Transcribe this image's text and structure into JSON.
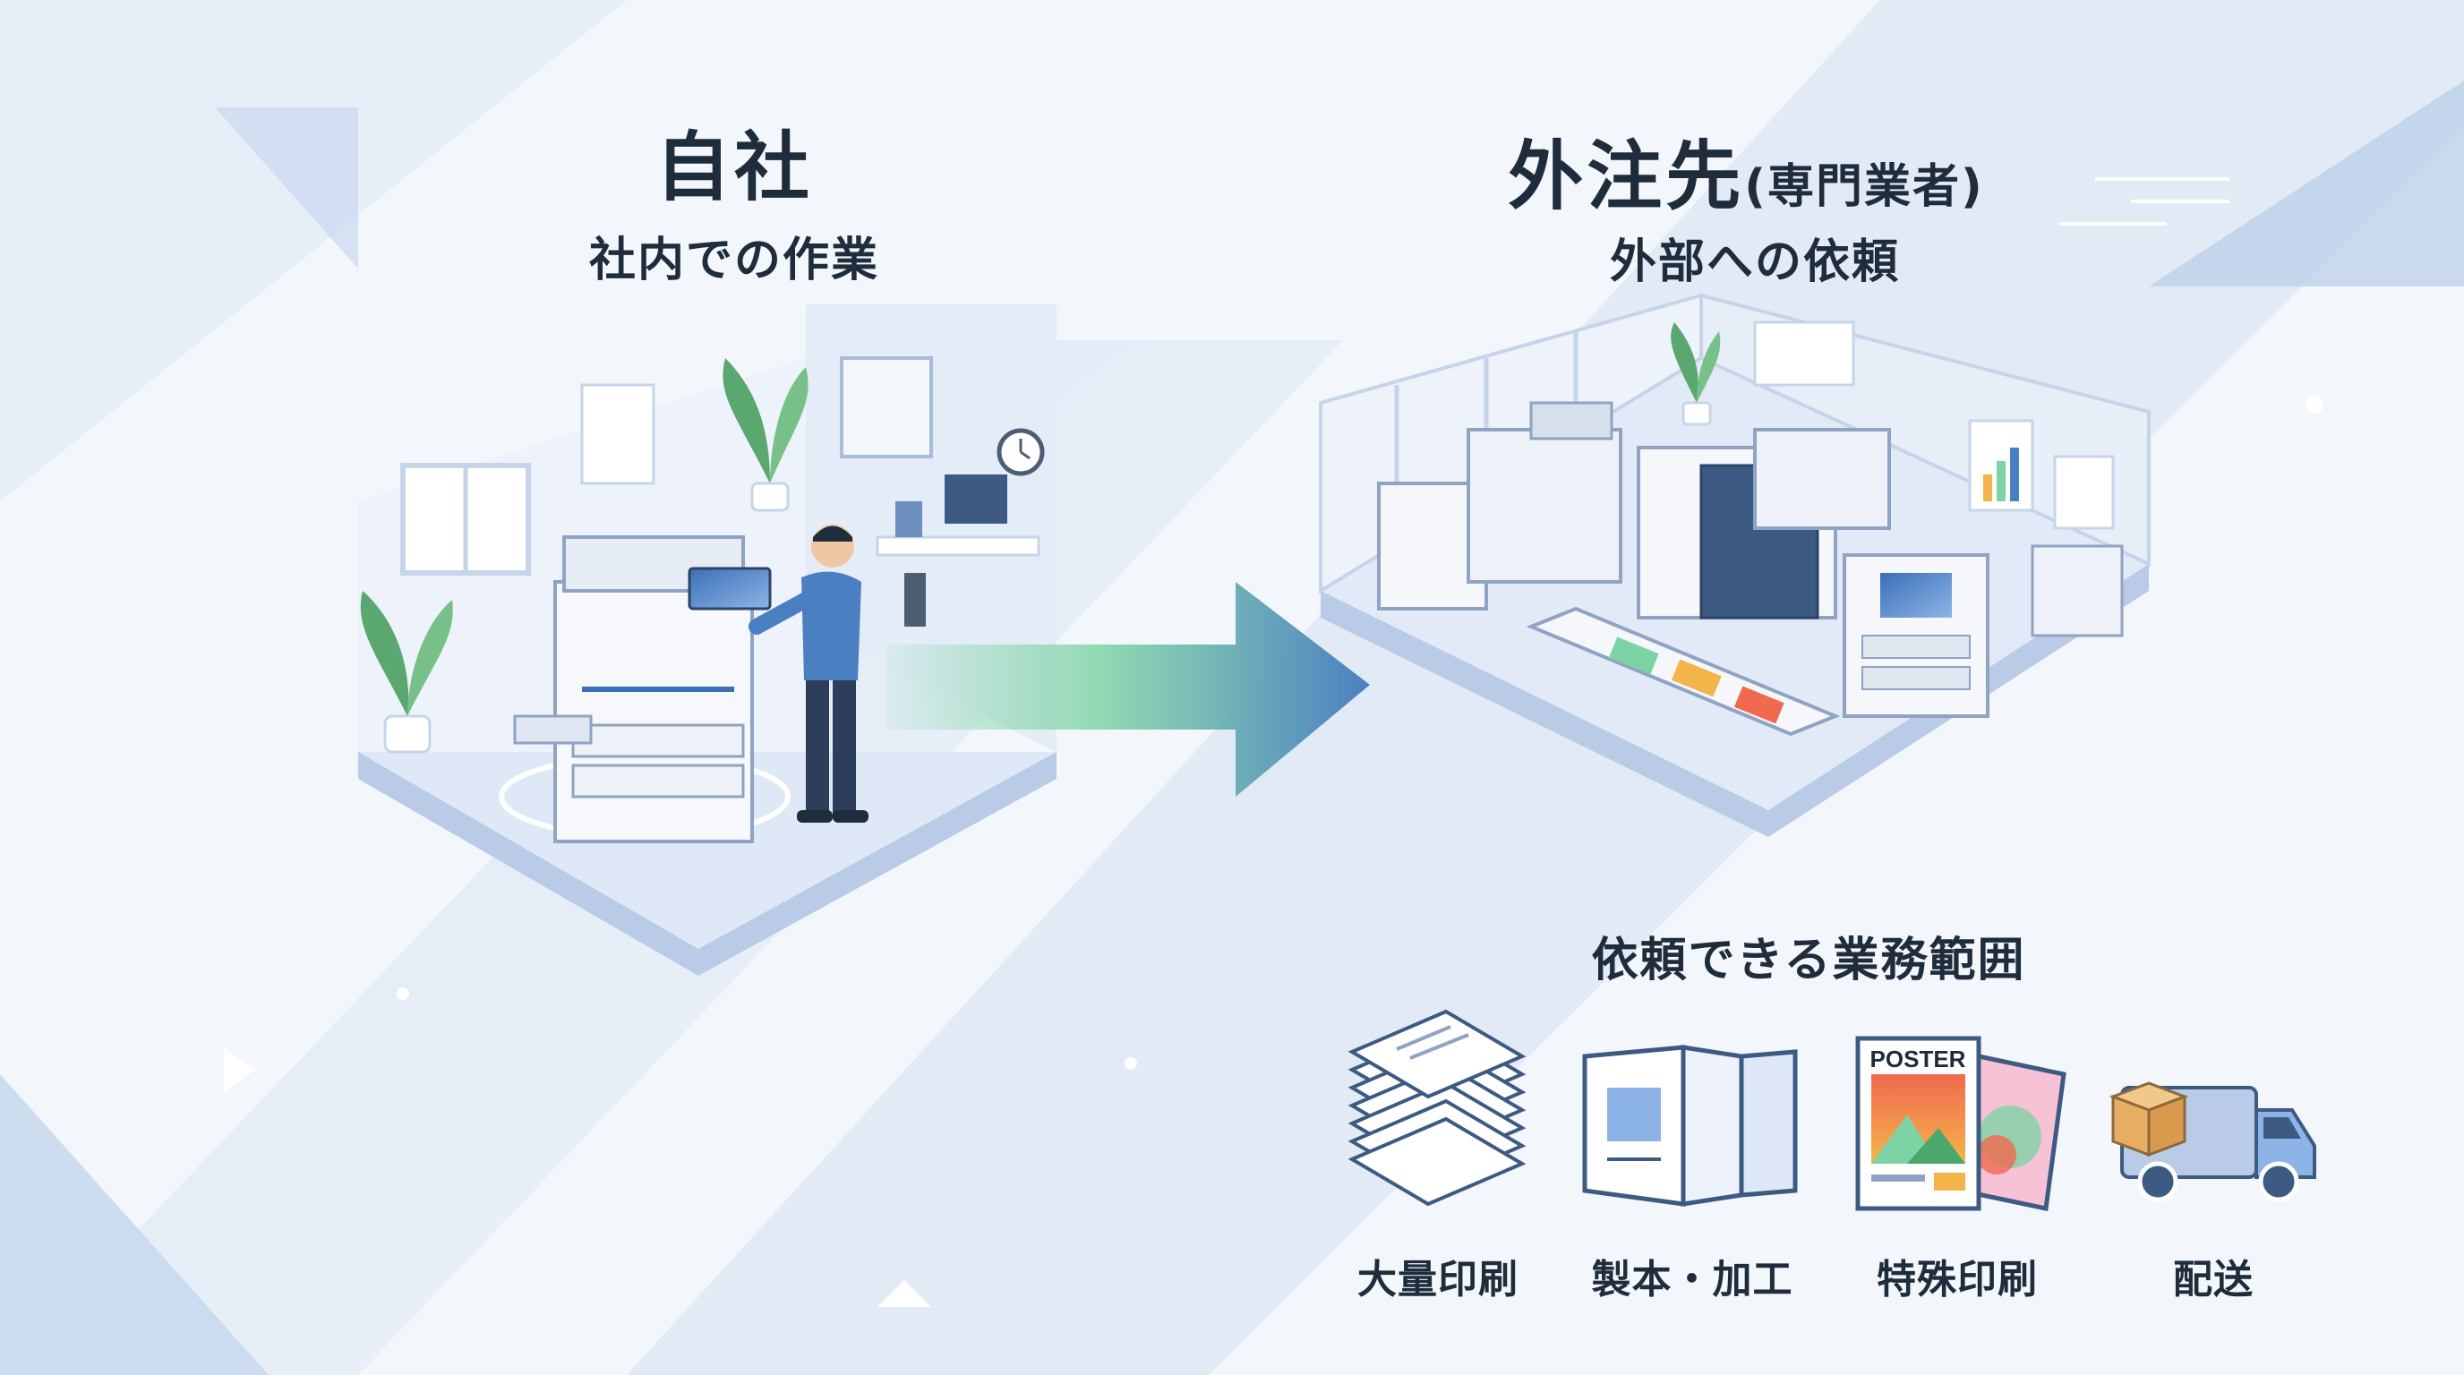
{
  "left": {
    "title": "自社",
    "subtitle": "社内での作業"
  },
  "right": {
    "title_main": "外注先",
    "title_paren": "(専門業者)",
    "subtitle": "外部への依頼"
  },
  "services": {
    "heading": "依頼できる業務範囲",
    "items": [
      {
        "label": "大量印刷",
        "icon": "paper-stack-icon"
      },
      {
        "label": "製本・加工",
        "icon": "booklet-icon"
      },
      {
        "label": "特殊印刷",
        "icon": "poster-icon"
      },
      {
        "label": "配送",
        "icon": "delivery-truck-icon"
      }
    ],
    "poster_text": "POSTER"
  },
  "colors": {
    "text": "#1f2c3b",
    "accent_blue": "#4a7fc1",
    "accent_green": "#7ed3a5",
    "floor": "#dfe8f6"
  }
}
